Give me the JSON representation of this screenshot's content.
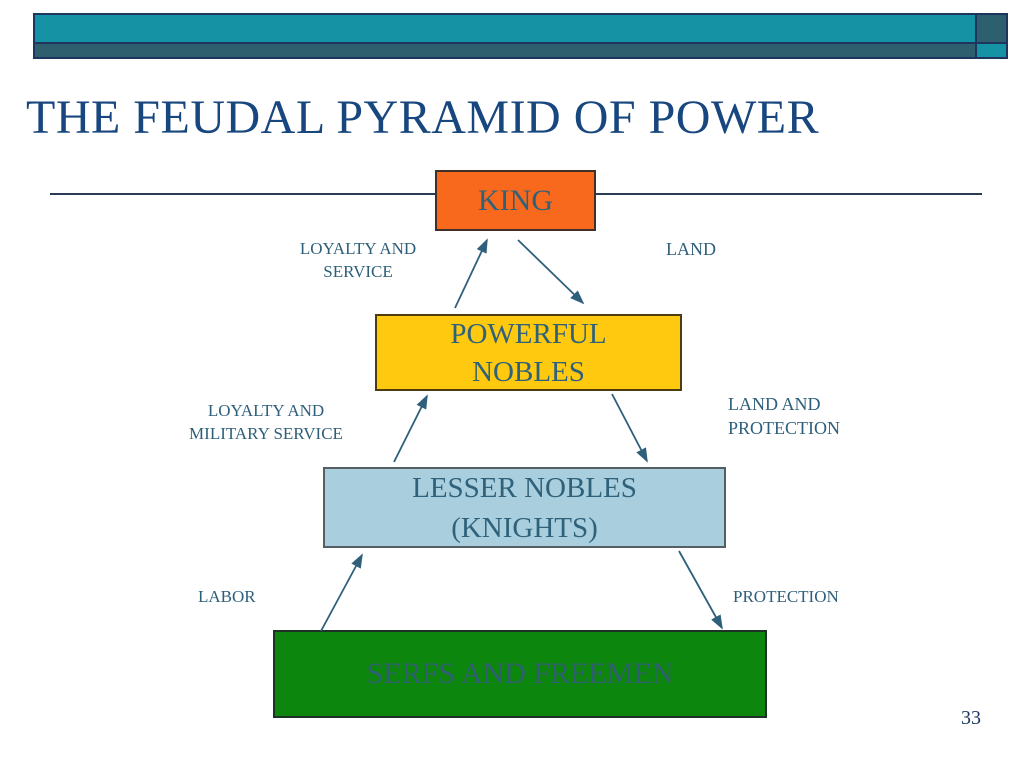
{
  "slide": {
    "title": "THE FEUDAL PYRAMID OF POWER",
    "page_number": "33"
  },
  "colors": {
    "title_text": "#17477E",
    "label_text": "#2E5F7A",
    "arrow": "#2E607C",
    "page_number_text": "#1F3864",
    "banner_teal": "#1593A5",
    "banner_slate": "#2D5F6E",
    "king_box": "#F8691D",
    "nobles_box": "#FFC90F",
    "knights_box": "#A9CFDF",
    "serfs_box": "#0D860D",
    "box_text": "#2F617A",
    "serfs_text": "#2F5F70"
  },
  "pyramid": {
    "king": {
      "label": "KING"
    },
    "nobles": {
      "label": "POWERFUL\nNOBLES"
    },
    "knights": {
      "label": "LESSER NOBLES\n(KNIGHTS)"
    },
    "serfs": {
      "label": "SERFS AND FREEMEN"
    }
  },
  "flow_labels": {
    "loyalty_service": "LOYALTY AND\nSERVICE",
    "land": "LAND",
    "loyalty_military": "LOYALTY AND\nMILITARY SERVICE",
    "land_protection": "LAND AND\nPROTECTION",
    "labor": "LABOR",
    "protection": "PROTECTION"
  }
}
